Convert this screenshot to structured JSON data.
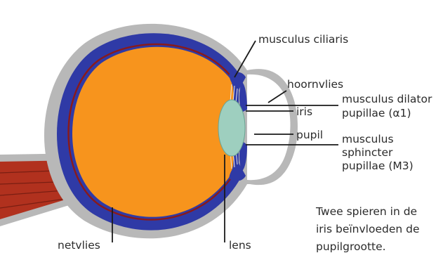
{
  "labels": {
    "musculus_ciliaris": "musculus ciliaris",
    "hoornvlies": "hoornvlies",
    "dilator_line1": "musculus dilator",
    "dilator_line2": "pupillae (α1)",
    "iris": "iris",
    "pupil": "pupil",
    "sphincter_line1": "musculus",
    "sphincter_line2": "sphincter",
    "sphincter_line3": "pupillae (M3)",
    "netvlies": "netvlies",
    "lens": "lens"
  },
  "caption": {
    "line1": "Twee spieren in de",
    "line2": "iris beïnvloeden de",
    "line3": "pupilgrootte."
  },
  "colors": {
    "sclera": "#b8b8b8",
    "choroid": "#2f3aa6",
    "retina": "#8a1a1a",
    "vitreous": "#f7941d",
    "lens": "#9ecfbf",
    "optic_nerve": "#b1311e",
    "iris_muscle": "#2f3aa6"
  }
}
